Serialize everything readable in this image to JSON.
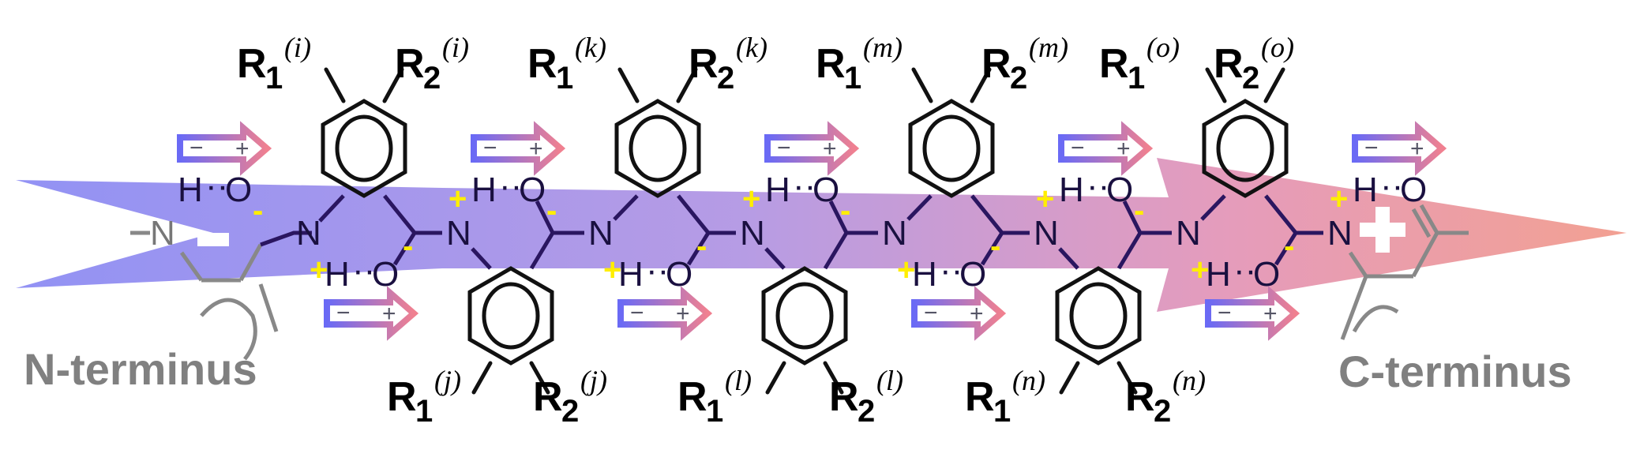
{
  "figure": {
    "description": "Aromatic oligoamide foldamer backbone showing macrodipole from N-terminus to C-terminus",
    "terminals": {
      "n_terminus_label": "N-terminus",
      "c_terminus_label": "C-terminus",
      "n_charge": "−",
      "c_charge": "+"
    },
    "top_substituents": [
      {
        "r1": "R",
        "r1_sub": "1",
        "r1_sup": "(i)",
        "r2": "R",
        "r2_sub": "2",
        "r2_sup": "(i)"
      },
      {
        "r1": "R",
        "r1_sub": "1",
        "r1_sup": "(k)",
        "r2": "R",
        "r2_sub": "2",
        "r2_sup": "(k)"
      },
      {
        "r1": "R",
        "r1_sub": "1",
        "r1_sup": "(m)",
        "r2": "R",
        "r2_sub": "2",
        "r2_sup": "(m)"
      },
      {
        "r1": "R",
        "r1_sub": "1",
        "r1_sup": "(o)",
        "r2": "R",
        "r2_sub": "2",
        "r2_sup": "(o)"
      }
    ],
    "bottom_substituents": [
      {
        "r1": "R",
        "r1_sub": "1",
        "r1_sup": "(j)",
        "r2": "R",
        "r2_sub": "2",
        "r2_sup": "(j)"
      },
      {
        "r1": "R",
        "r1_sub": "1",
        "r1_sup": "(l)",
        "r2": "R",
        "r2_sub": "2",
        "r2_sup": "(l)"
      },
      {
        "r1": "R",
        "r1_sub": "1",
        "r1_sup": "(n)",
        "r2": "R",
        "r2_sub": "2",
        "r2_sup": "(n)"
      }
    ],
    "atoms": {
      "nitrogen": "N",
      "oxygen": "O",
      "hydrogen": "H",
      "hbond": "··"
    },
    "local_dipole": {
      "neg": "−",
      "pos": "+"
    },
    "partial_charges": {
      "pos": "+",
      "neg": "-"
    },
    "colors": {
      "macrodipole_start": "#8080f0",
      "macrodipole_mid": "#b080d8",
      "macrodipole_end": "#f08a8a",
      "partial_charge": "#ffee00",
      "terminus_text": "#808080"
    }
  }
}
